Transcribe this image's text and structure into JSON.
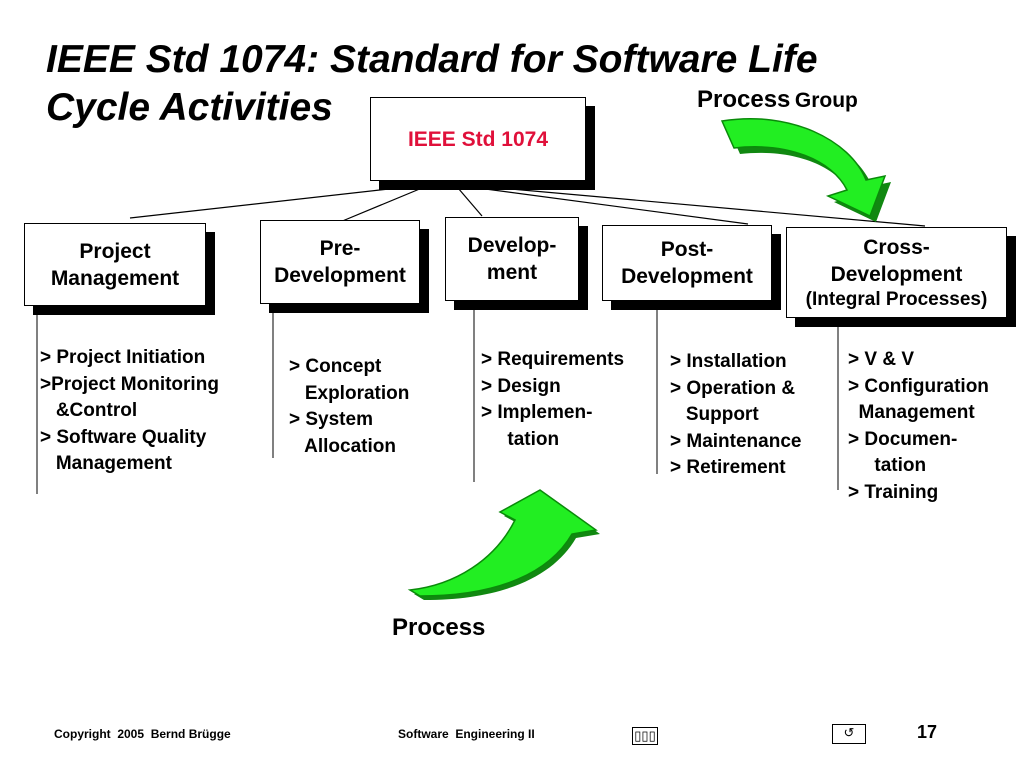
{
  "slide": {
    "title": "IEEE Std 1074: Standard for Software Life Cycle Activities",
    "process_group_label_a": "Process",
    "process_group_label_b": "Group",
    "process_label": "Process"
  },
  "diagram": {
    "root": "IEEE Std 1074",
    "groups": [
      {
        "name": "Project\nManagement",
        "processes": "> Project Initiation\n>Project Monitoring\n   &Control\n> Software Quality\n   Management"
      },
      {
        "name": "Pre-\nDevelopment",
        "processes": "> Concept\n   Exploration\n> System\n   Allocation"
      },
      {
        "name": "Develop-\nment",
        "processes": "> Requirements\n> Design\n> Implemen-\n     tation"
      },
      {
        "name": "Post-\nDevelopment",
        "processes": "> Installation\n> Operation &\n   Support\n> Maintenance\n> Retirement"
      },
      {
        "name": "Cross-\nDevelopment",
        "subname": "(Integral Processes)",
        "processes": "> V & V\n> Configuration\n  Management\n> Documen-\n     tation\n> Training"
      }
    ]
  },
  "footer": {
    "copyright": "Copyright  2005  Bernd Brügge",
    "course": "Software  Engineering II",
    "page_number": "17"
  },
  "colors": {
    "accent_red": "#e0103a",
    "arrow_green": "#22ee22",
    "arrow_dark": "#118811"
  },
  "icons": [
    "navigation-icon",
    "return-icon"
  ]
}
